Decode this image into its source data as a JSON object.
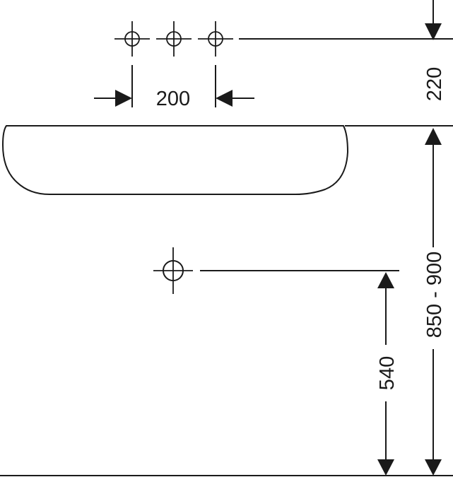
{
  "dimensions": {
    "tap_spacing": "200",
    "top_offset": "220",
    "basin_height": "850 - 900",
    "drain_height": "540"
  },
  "colors": {
    "line": "#1a1a1a",
    "background": "#ffffff"
  }
}
